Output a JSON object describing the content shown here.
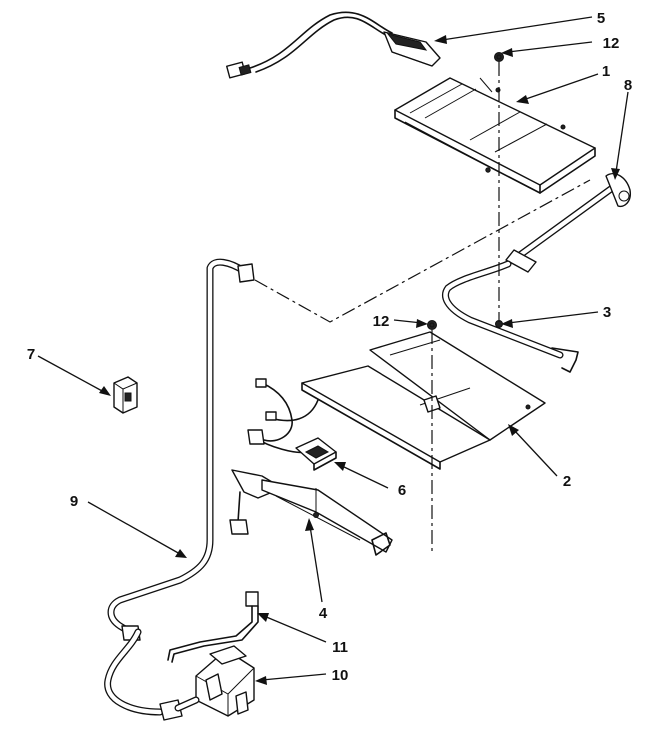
{
  "callouts": {
    "c5": "5",
    "c12a": "12",
    "c1": "1",
    "c8": "8",
    "c3": "3",
    "c12b": "12",
    "c7": "7",
    "c2": "2",
    "c6": "6",
    "c9": "9",
    "c4": "4",
    "c11": "11",
    "c10": "10"
  }
}
